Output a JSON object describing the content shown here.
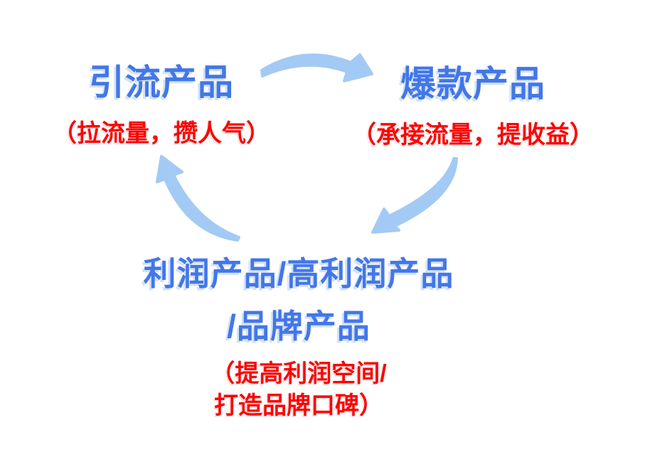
{
  "diagram": {
    "colors": {
      "title_color": "#4377E8",
      "subtitle_color": "#F90606",
      "arrow_color": "#A3CAF4",
      "background": "#FFFFFF"
    },
    "nodes": [
      {
        "id": "traffic-product",
        "title": "引流产品",
        "subtitle": "（拉流量，攒人气）"
      },
      {
        "id": "hot-product",
        "title": "爆款产品",
        "subtitle": "（承接流量，提收益）"
      },
      {
        "id": "profit-product",
        "title_line1": "利润产品/高利润产品",
        "title_line2": "/品牌产品",
        "subtitle_line1": "（提高利润空间/",
        "subtitle_line2": "打造品牌口碑）"
      }
    ],
    "arrows": [
      {
        "from": "引流产品",
        "to": "爆款产品"
      },
      {
        "from": "爆款产品",
        "to": "利润产品/高利润产品/品牌产品"
      },
      {
        "from": "利润产品/高利润产品/品牌产品",
        "to": "引流产品"
      }
    ]
  }
}
